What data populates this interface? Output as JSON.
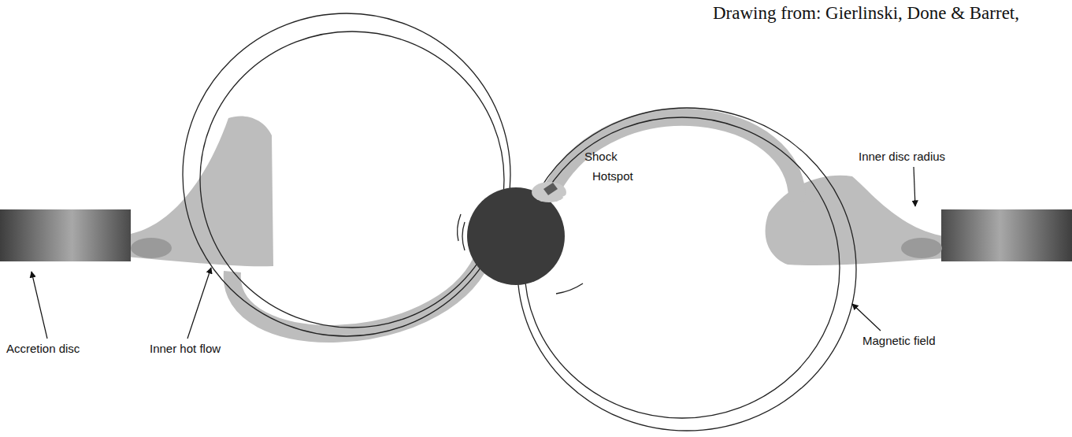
{
  "diagram": {
    "caption": "Drawing from: Gierlinski, Done & Barret,",
    "labels": [
      "Shock",
      "Hotspot",
      "Inner disc radius",
      "Accretion disc",
      "Inner hot flow",
      "Magnetic field"
    ]
  }
}
